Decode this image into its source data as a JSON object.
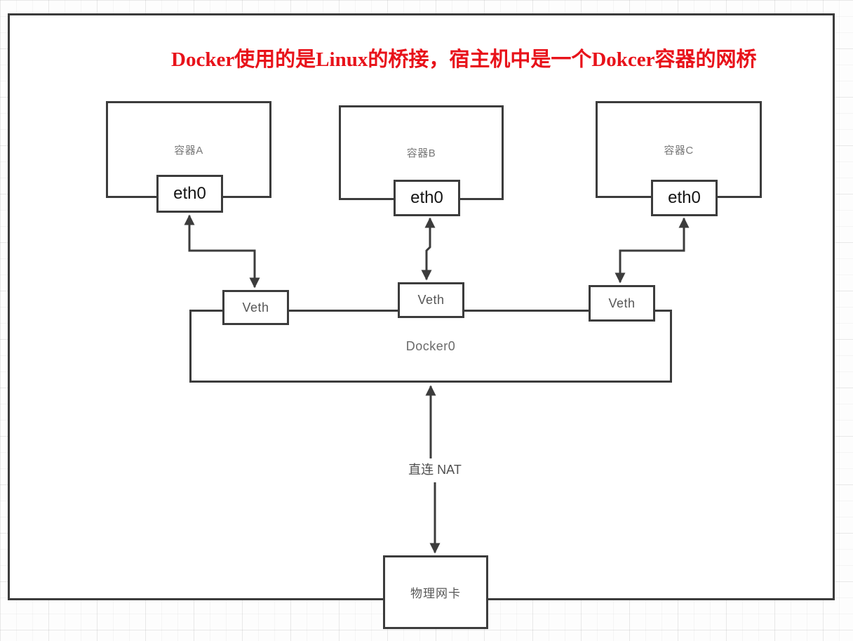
{
  "title": {
    "text": "Docker使用的是Linux的桥接，宿主机中是一个Dokcer容器的网桥",
    "color": "#e8121a"
  },
  "nodes": {
    "container_a": {
      "label": "容器A"
    },
    "container_b": {
      "label": "容器B"
    },
    "container_c": {
      "label": "容器C"
    },
    "eth0_a": {
      "label": "eth0"
    },
    "eth0_b": {
      "label": "eth0"
    },
    "eth0_c": {
      "label": "eth0"
    },
    "veth_1": {
      "label": "Veth"
    },
    "veth_2": {
      "label": "Veth"
    },
    "veth_3": {
      "label": "Veth"
    },
    "docker0": {
      "label": "Docker0"
    },
    "physical_nic": {
      "label": "物理网卡"
    }
  },
  "edges": {
    "nat_label": "直连 NAT"
  },
  "colors": {
    "title_red": "#e8121a",
    "line_ink": "#3c3c3c",
    "container_label_gray": "#787878",
    "secondary_label_gray": "#565656",
    "eth0_text": "#141414"
  }
}
